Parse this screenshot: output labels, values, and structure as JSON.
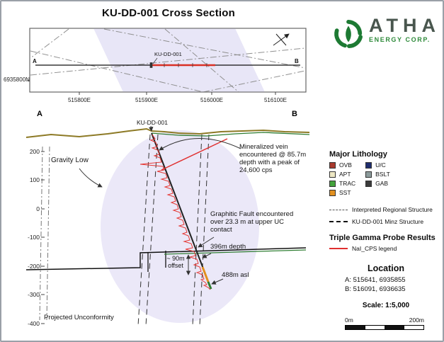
{
  "page": {
    "title": "KU-DD-001 Cross Section"
  },
  "logo": {
    "name": "ATHA",
    "subtitle": "ENERGY CORP.",
    "brand_color": "#1d7a33"
  },
  "map_panel": {
    "label_a": "A",
    "label_b": "B",
    "drillhole_label": "KU-DD-001",
    "northing_label": "6935800N",
    "easting_ticks": [
      "515800E",
      "515900E",
      "516000E",
      "516100E"
    ]
  },
  "section": {
    "label_a": "A",
    "label_b": "B",
    "drillhole_label": "KU-DD-001",
    "elevation_ticks": [
      "200",
      "100",
      "0",
      "-100",
      "-200",
      "-300",
      "-400"
    ],
    "annotations": {
      "gravity_low": "Gravity Low",
      "mineralized_vein": "Mineralized vein encountered @ 85.7m depth with a peak of 24,600 cps",
      "graphitic_fault": "Graphitic Fault encountered over 23.3 m at upper UC contact",
      "depth": "396m depth",
      "offset": "~ 90m offset",
      "asl": "488m asl",
      "projected_unconformity": "Projected Unconformity"
    }
  },
  "legend": {
    "lithology_title": "Major Lithology",
    "lithology_left": [
      {
        "label": "OVB",
        "color": "#a93a2e"
      },
      {
        "label": "APT",
        "color": "#eee8c4"
      },
      {
        "label": "TRAC",
        "color": "#43a33c"
      },
      {
        "label": "SST",
        "color": "#e2901f"
      }
    ],
    "lithology_right": [
      {
        "label": "U/C",
        "color": "#1f2d6e"
      },
      {
        "label": "BSLT",
        "color": "#8c9b9b"
      },
      {
        "label": "GAB",
        "color": "#3b3b3b"
      }
    ],
    "structures": [
      {
        "label": "Interpreted Regional Structure"
      },
      {
        "label": "KU-DD-001 Minz Structure"
      }
    ],
    "gamma_title": "Triple Gamma Probe Results",
    "gamma_label": "NaI_CPS legend",
    "gamma_color": "#e03030",
    "location_title": "Location",
    "location_a": "A:  515641, 6935855",
    "location_b": "B:  516091, 6936635",
    "scale_text": "Scale: 1:5,000",
    "scalebar_min": "0m",
    "scalebar_max": "200m"
  }
}
